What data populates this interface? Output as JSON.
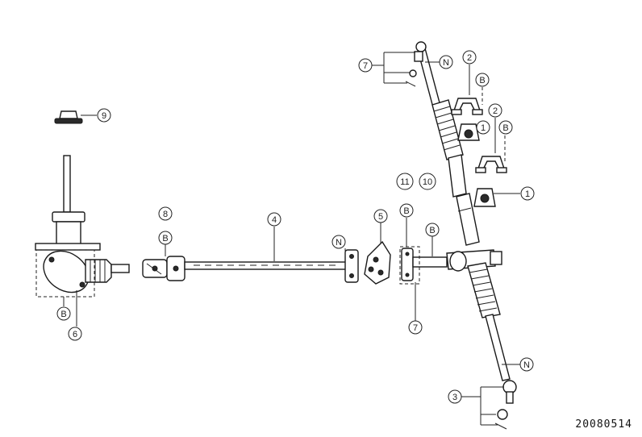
{
  "drawing_code": "20080514",
  "callouts": {
    "c1": "1",
    "c2": "2",
    "c3": "3",
    "c4": "4",
    "c5": "5",
    "c6": "6",
    "c7": "7",
    "c8": "8",
    "c9": "9",
    "c10": "10",
    "c11": "11",
    "cN": "N",
    "cB": "B"
  }
}
